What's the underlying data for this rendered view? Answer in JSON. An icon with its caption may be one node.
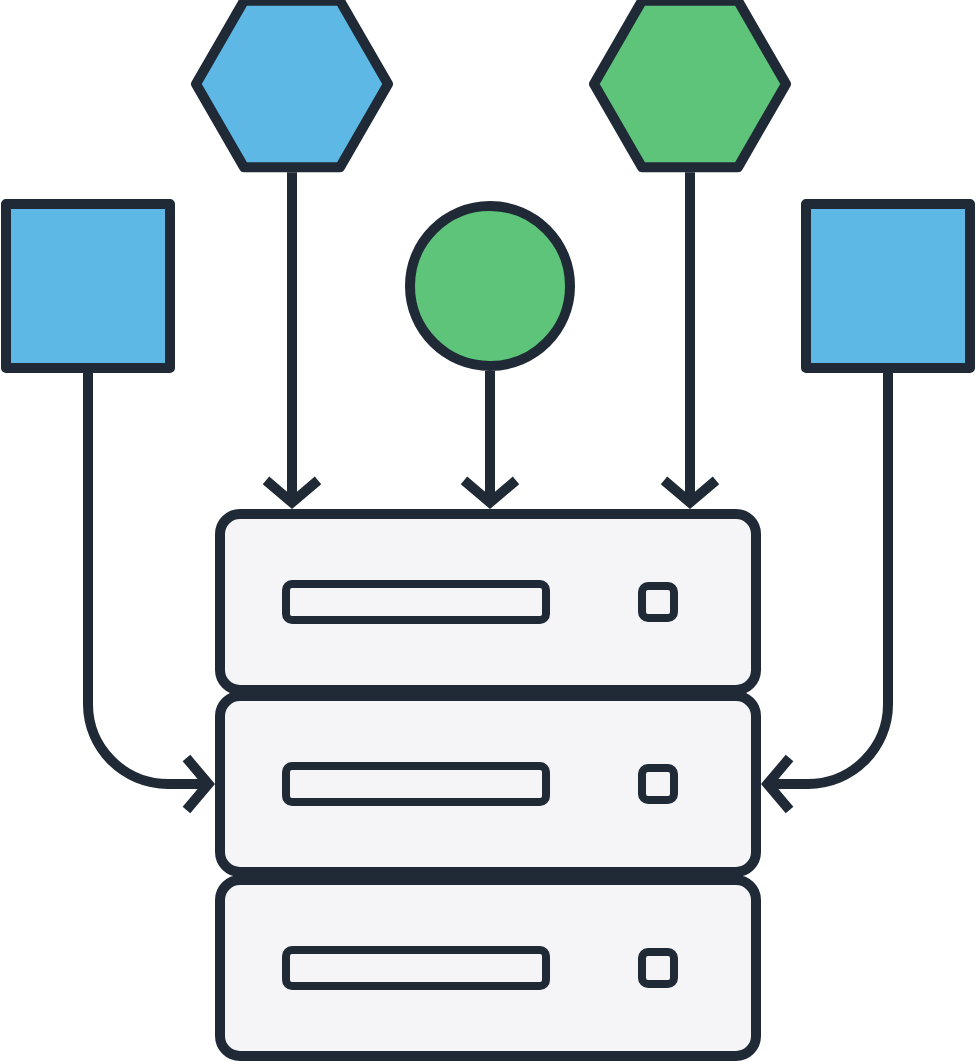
{
  "diagram": {
    "nodes": [
      {
        "text": [],
        "shape": "hexagon"
      },
      {
        "text": [],
        "shape": "hexagon"
      },
      {
        "text": [],
        "shape": "box"
      },
      {
        "text": [],
        "shape": "circle"
      },
      {
        "text": [],
        "shape": "box"
      },
      {
        "text": [],
        "shape": "box"
      },
      {
        "text": [],
        "shape": "box"
      },
      {
        "text": [],
        "shape": "box"
      }
    ],
    "edges": [
      {
        "from": 0,
        "to": 5,
        "arrow": "to"
      },
      {
        "from": 3,
        "to": 5,
        "arrow": "to"
      },
      {
        "from": 1,
        "to": 5,
        "arrow": "to"
      },
      {
        "from": 2,
        "to": 6,
        "arrow": "to"
      },
      {
        "from": 4,
        "to": 6,
        "arrow": "to"
      }
    ]
  }
}
